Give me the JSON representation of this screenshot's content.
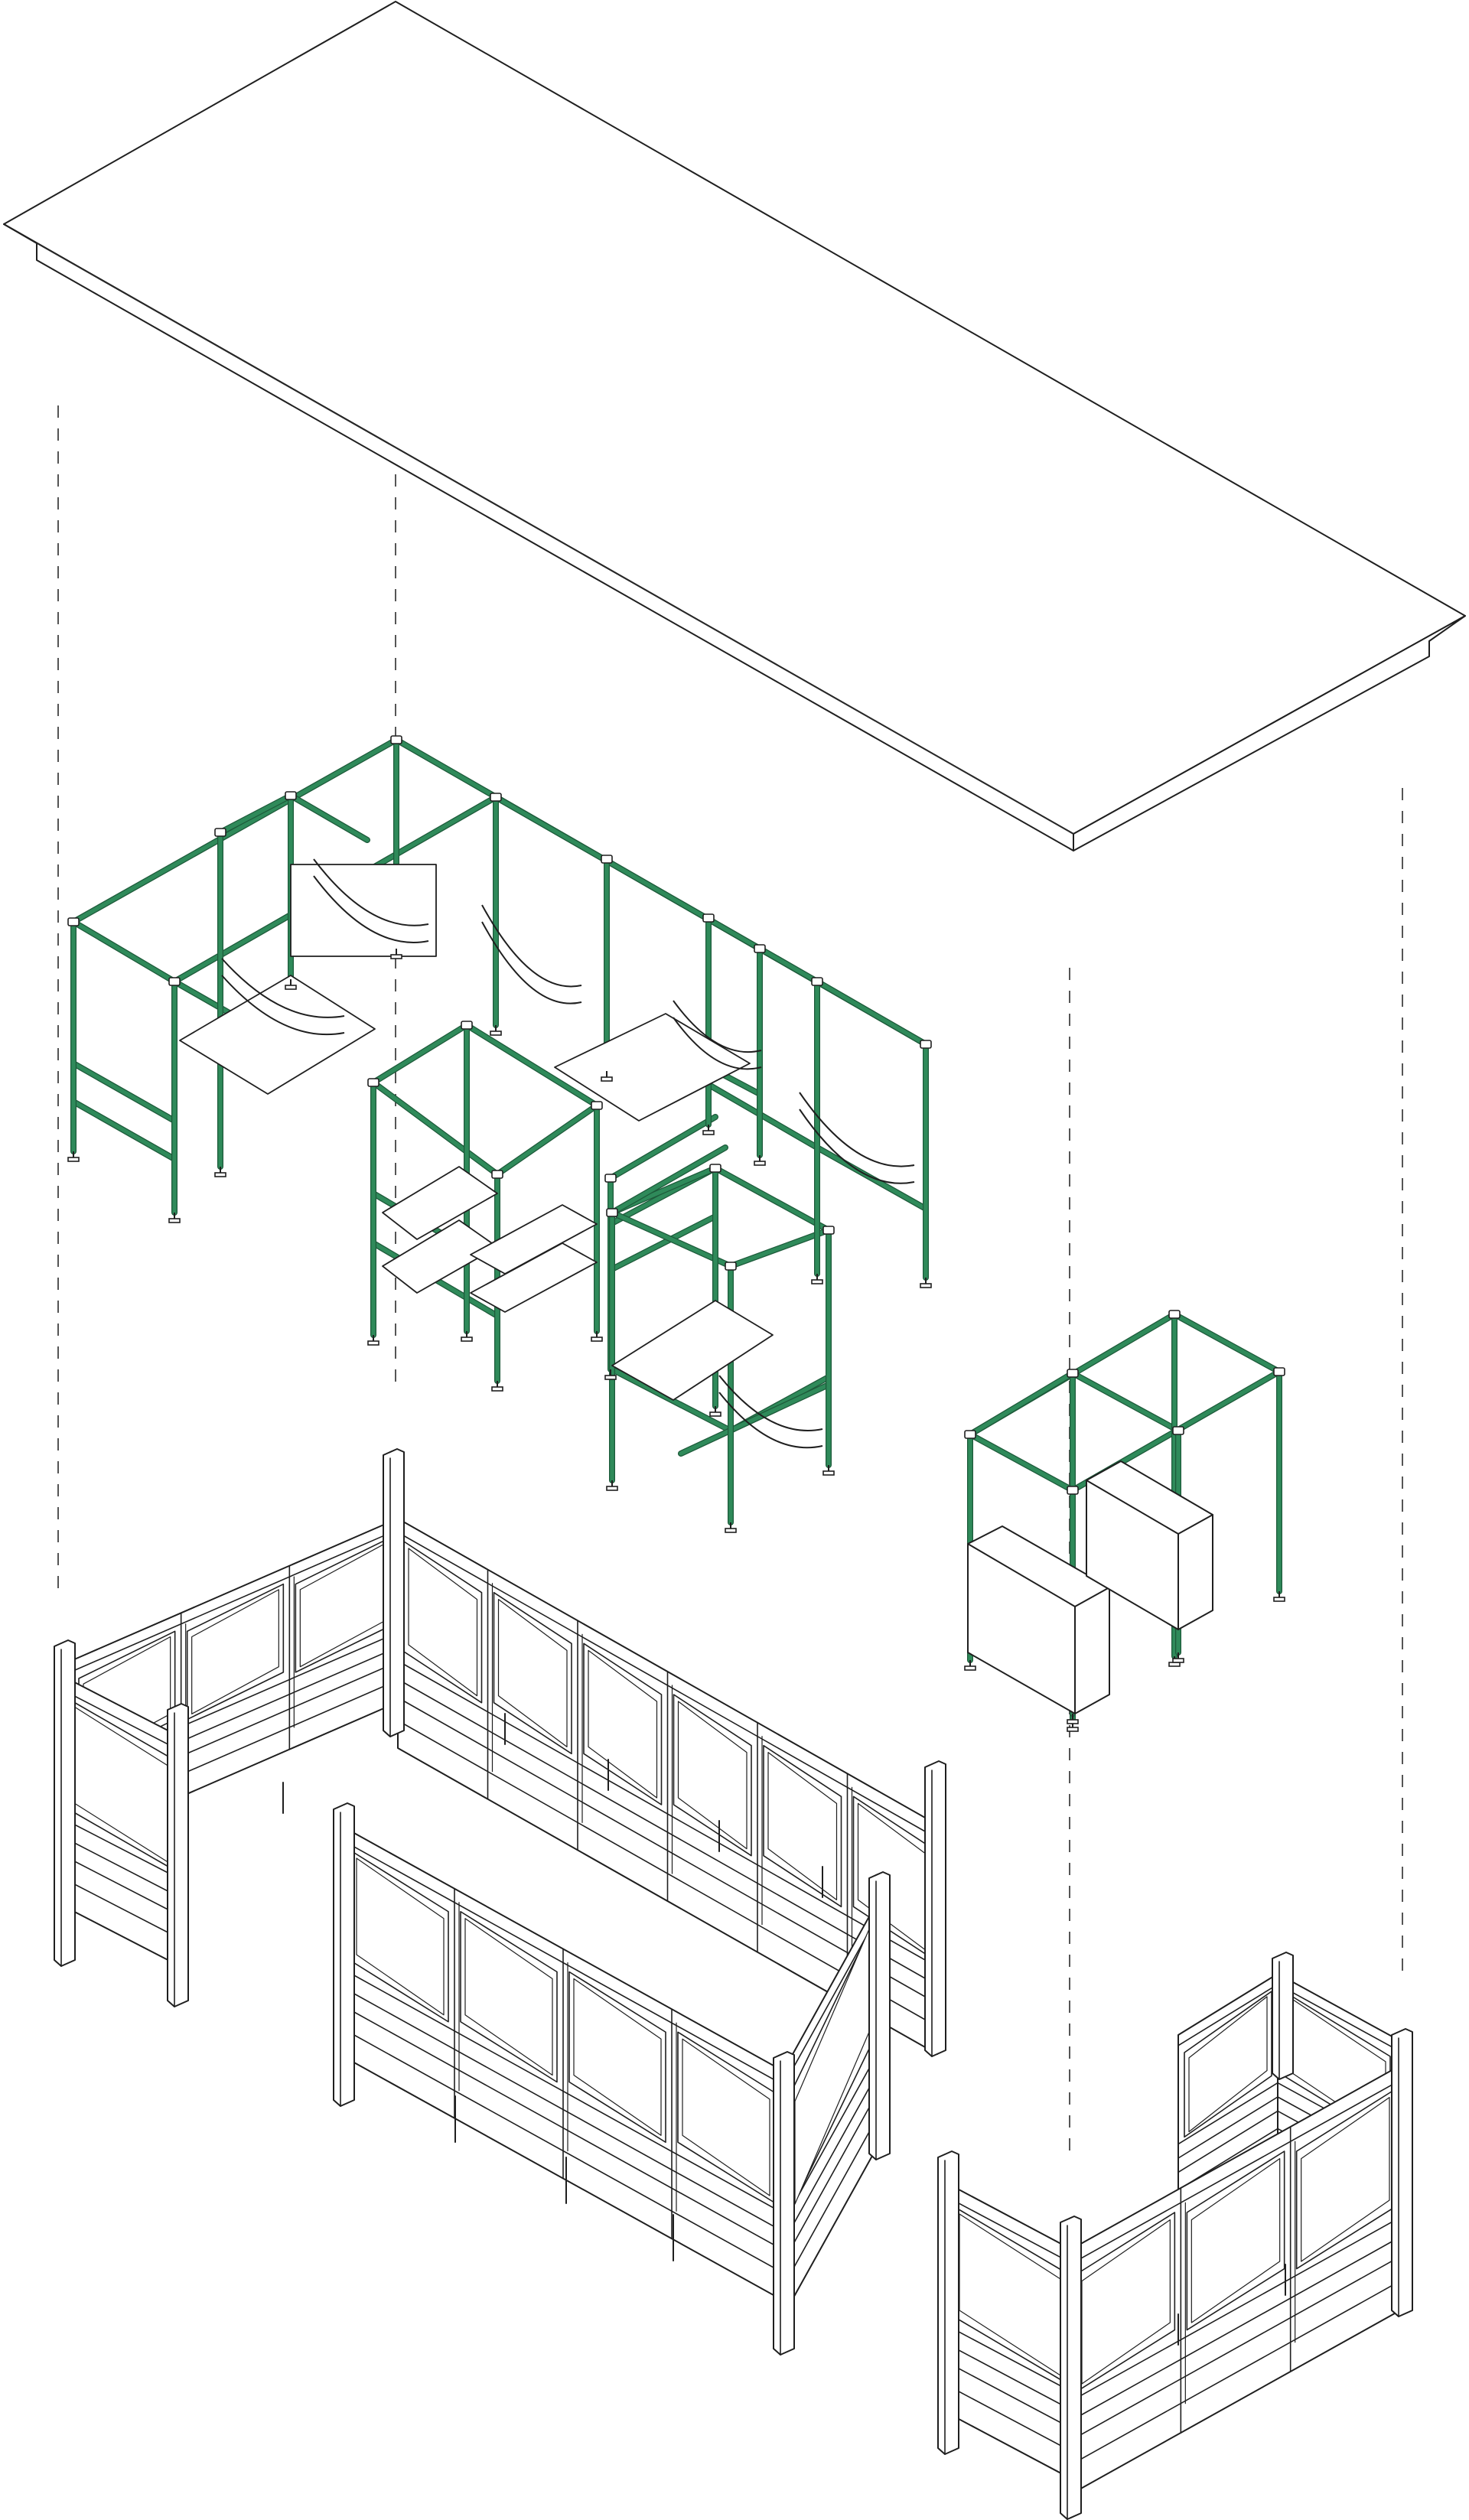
{
  "diagram": {
    "type": "exploded-axonometric",
    "labels": [],
    "colors": {
      "frame_green": "#2f8a5a",
      "frame_green_outline": "#1d5a3a",
      "line": "#1f1f1f",
      "guide_dash": "#555555",
      "background": "#ffffff"
    },
    "components": [
      {
        "id": "roof-panel"
      },
      {
        "id": "main-tube-frame"
      },
      {
        "id": "small-tube-frame"
      },
      {
        "id": "main-timber-enclosure"
      },
      {
        "id": "small-timber-enclosure"
      }
    ]
  }
}
